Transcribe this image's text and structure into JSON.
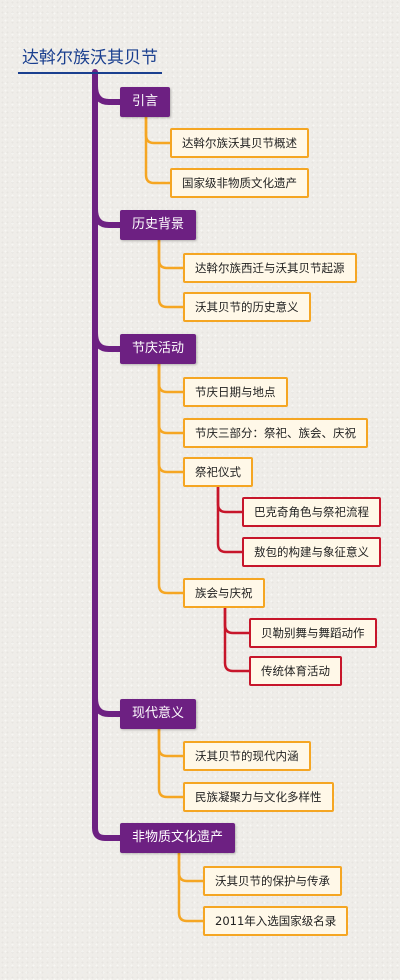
{
  "title": "达斡尔族沃其贝节",
  "colors": {
    "title": "#1a3f8f",
    "section_fill": "#6d2082",
    "topic_border": "#f5a623",
    "sub_border": "#c7162b",
    "node_fill": "#fff8e8"
  },
  "sections": [
    {
      "label": "引言",
      "topics": [
        {
          "label": "达斡尔族沃其贝节概述"
        },
        {
          "label": "国家级非物质文化遗产"
        }
      ]
    },
    {
      "label": "历史背景",
      "topics": [
        {
          "label": "达斡尔族西迁与沃其贝节起源"
        },
        {
          "label": "沃其贝节的历史意义"
        }
      ]
    },
    {
      "label": "节庆活动",
      "topics": [
        {
          "label": "节庆日期与地点"
        },
        {
          "label": "节庆三部分：祭祀、族会、庆祝"
        },
        {
          "label": "祭祀仪式",
          "subs": [
            {
              "label": "巴克奇角色与祭祀流程"
            },
            {
              "label": "敖包的构建与象征意义"
            }
          ]
        },
        {
          "label": "族会与庆祝",
          "subs": [
            {
              "label": "贝勒别舞与舞蹈动作"
            },
            {
              "label": "传统体育活动"
            }
          ]
        }
      ]
    },
    {
      "label": "现代意义",
      "topics": [
        {
          "label": "沃其贝节的现代内涵"
        },
        {
          "label": "民族凝聚力与文化多样性"
        }
      ]
    },
    {
      "label": "非物质文化遗产",
      "topics": [
        {
          "label": "沃其贝节的保护与传承"
        },
        {
          "label": "2011年入选国家级名录"
        }
      ]
    }
  ]
}
